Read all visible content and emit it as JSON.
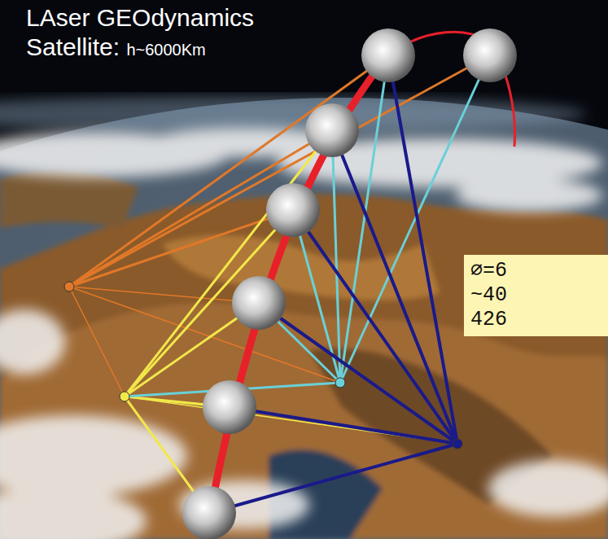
{
  "diagram": {
    "title": "LAser GEOdynamics Satellite:",
    "nodes": [
      {
        "text": [
          "∅=6",
          "~40",
          "426"
        ]
      }
    ],
    "labels": [
      "h~6000Km"
    ]
  }
}
